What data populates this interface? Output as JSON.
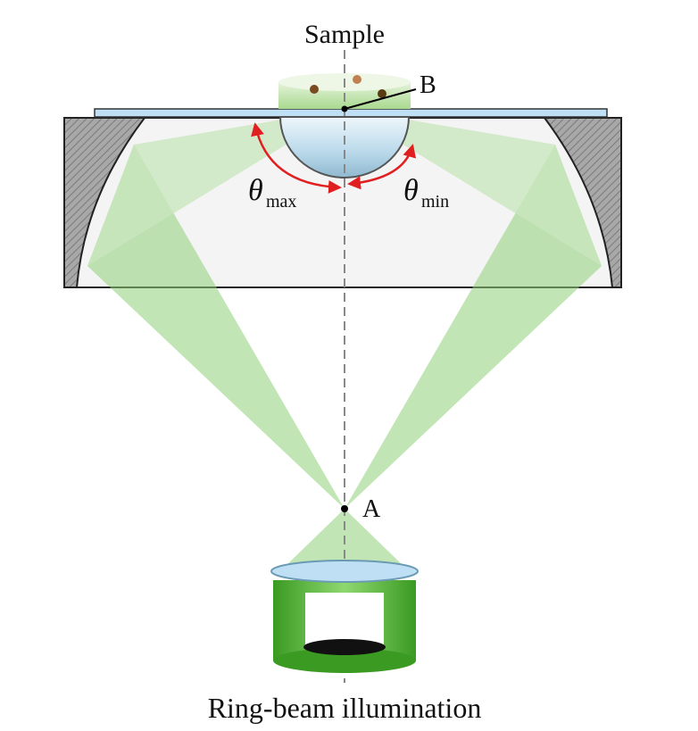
{
  "labels": {
    "sample": "Sample",
    "point_b": "B",
    "point_a": "A",
    "theta_symbol": "θ",
    "theta_max_sub": "max",
    "theta_min_sub": "min",
    "caption": "Ring-beam illumination"
  },
  "colors": {
    "beam_green": "#8fd07a",
    "cell_green": "#3faa2a",
    "arrow_red": "#e02020",
    "glass_blue": "#bfe0f4",
    "housing_gray": "#9a9a9a"
  }
}
